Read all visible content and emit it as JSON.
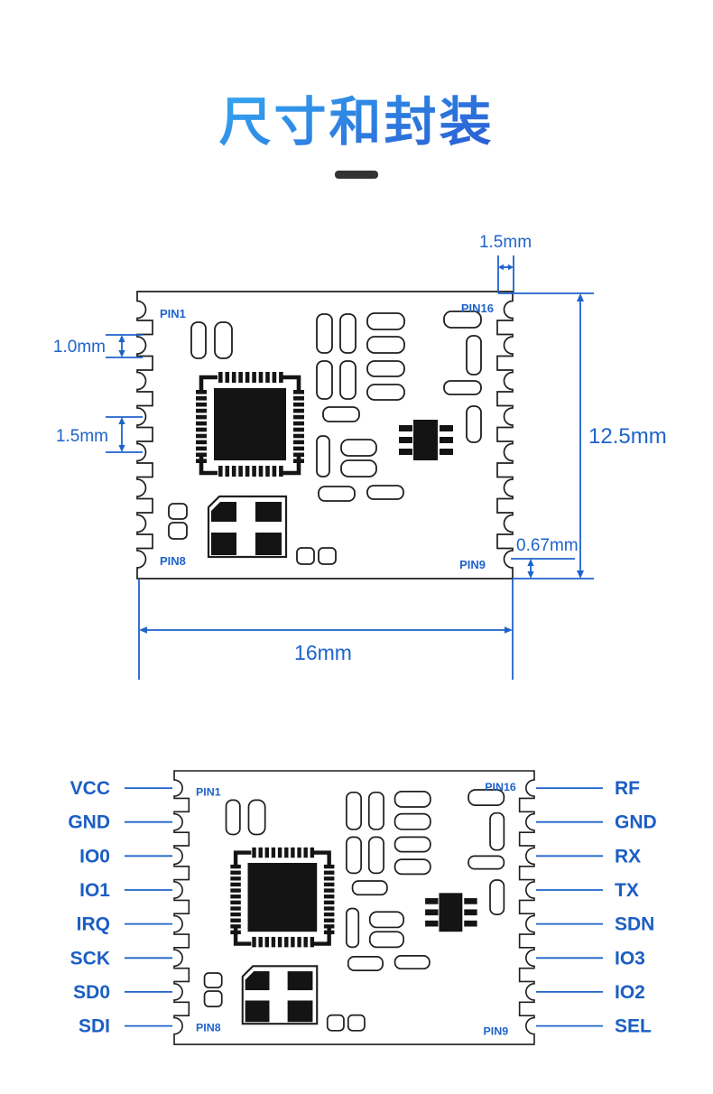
{
  "title": {
    "text": "尺寸和封装"
  },
  "top_diagram": {
    "pin_labels": {
      "pin1": "PIN1",
      "pin16": "PIN16",
      "pin8": "PIN8",
      "pin9": "PIN9"
    },
    "dim_pad_width": "1.5mm",
    "dim_pad_height": "1.0mm",
    "dim_pin_pitch": "1.5mm",
    "dim_module_height": "12.5mm",
    "dim_pin9_offset": "0.67mm",
    "dim_module_width": "16mm"
  },
  "bottom_diagram": {
    "pin_labels": {
      "pin1": "PIN1",
      "pin16": "PIN16",
      "pin8": "PIN8",
      "pin9": "PIN9"
    },
    "left_pins": [
      "VCC",
      "GND",
      "IO0",
      "IO1",
      "IRQ",
      "SCK",
      "SD0",
      "SDI"
    ],
    "right_pins": [
      "RF",
      "GND",
      "RX",
      "TX",
      "SDN",
      "IO3",
      "IO2",
      "SEL"
    ]
  }
}
